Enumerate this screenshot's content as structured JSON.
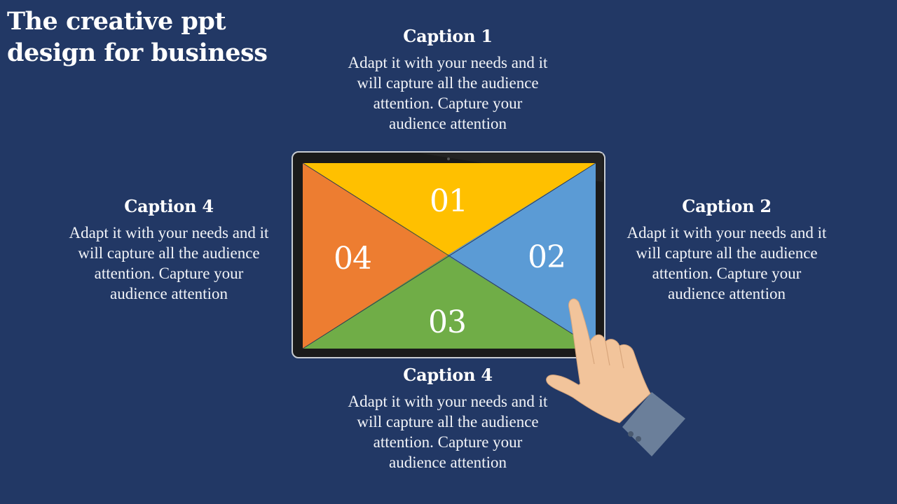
{
  "title": "The creative ppt design for business",
  "captions": [
    {
      "heading": "Caption 1",
      "body": "Adapt it with your needs and it will capture all the audience attention. Capture your audience attention"
    },
    {
      "heading": "Caption 2",
      "body": "Adapt it with your needs and it will capture all the audience attention. Capture your audience attention"
    },
    {
      "heading": "Caption 4",
      "body": "Adapt it with your needs and it will capture all the audience attention. Capture your audience attention"
    },
    {
      "heading": "Caption 4",
      "body": "Adapt it with your needs and it will capture all the audience attention. Capture your audience attention"
    }
  ],
  "segments": [
    {
      "label": "01",
      "color": "#ffc000"
    },
    {
      "label": "02",
      "color": "#5b9bd5"
    },
    {
      "label": "03",
      "color": "#70ad47"
    },
    {
      "label": "04",
      "color": "#ed7d31"
    }
  ],
  "colors": {
    "background": "#223865",
    "tablet_frame": "#1a1a1a",
    "hand_skin": "#f2c49b",
    "sleeve": "#6b7f9a"
  }
}
